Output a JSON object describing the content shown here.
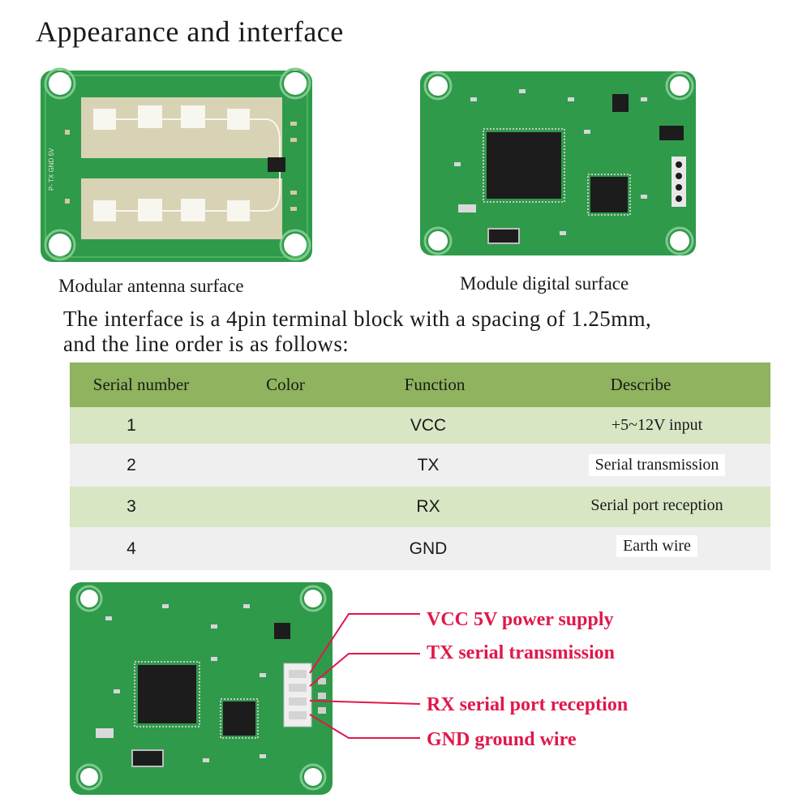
{
  "heading": "Appearance and interface",
  "captions": {
    "antenna": "Modular antenna surface",
    "digital": "Module digital surface"
  },
  "description": {
    "line1": "The interface is a 4pin terminal block with a spacing of 1.25mm,",
    "line2": "and the line order is as follows:"
  },
  "table": {
    "headers": [
      "Serial number",
      "Color",
      "Function",
      "Describe"
    ],
    "rows": [
      {
        "serial": "1",
        "color": "",
        "function": "VCC",
        "describe": "+5~12V input"
      },
      {
        "serial": "2",
        "color": "",
        "function": "TX",
        "describe": "Serial transmission"
      },
      {
        "serial": "3",
        "color": "",
        "function": "RX",
        "describe": "Serial port reception"
      },
      {
        "serial": "4",
        "color": "",
        "function": "GND",
        "describe": "Earth wire"
      }
    ]
  },
  "pin_labels": [
    "VCC 5V power supply",
    "TX serial transmission",
    "RX serial port reception",
    "GND ground wire"
  ],
  "antenna_silkscreen": "P- TX GND 5V",
  "colors": {
    "pcb_green": "#2f9a4a",
    "header_green": "#8fb35e",
    "row_green": "#d8e6c3",
    "row_gray": "#efefef",
    "label_red": "#e0184a"
  }
}
